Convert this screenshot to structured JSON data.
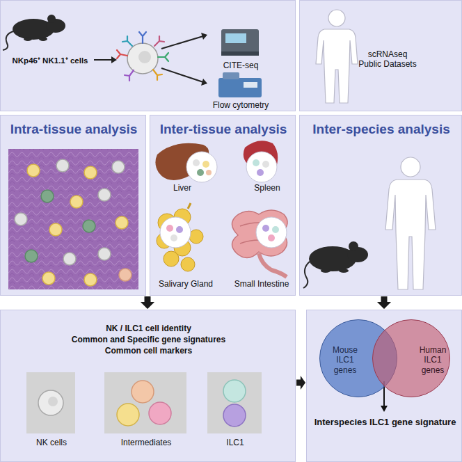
{
  "diagram": {
    "nodes": [
      {
        "text": [
          "NKp46⁺ NK1.1⁺ cells",
          "CITE-seq",
          "Flow cytometry"
        ]
      },
      {
        "text": [
          "scRNAseq Public Datasets"
        ]
      },
      {
        "text": [
          "Intra-tissue analysis"
        ]
      },
      {
        "text": [
          "Inter-tissue analysis",
          "Liver",
          "Spleen",
          "Salivary Gland",
          "Small Intestine"
        ]
      },
      {
        "text": [
          "Inter-species analysis"
        ]
      },
      {
        "text": [
          "NK / ILC1 cell identity",
          "Common and Specific gene signatures",
          "Common cell markers"
        ]
      },
      {
        "text": [
          "NK cells"
        ],
        "in": 5
      },
      {
        "text": [
          "Intermediates"
        ],
        "in": 5
      },
      {
        "text": [
          "ILC1"
        ],
        "in": 5
      },
      {
        "text": [
          "Interspecies ILC1 gene signature"
        ]
      },
      {
        "text": [
          "Mouse ILC1 genes"
        ],
        "in": 9
      },
      {
        "text": [
          "Human ILC1 genes"
        ],
        "in": 9
      }
    ],
    "edges": [
      {
        "from": 3,
        "to": 5,
        "arrow": "to"
      },
      {
        "from": 4,
        "to": 9,
        "arrow": "to"
      },
      {
        "from": 5,
        "to": 9,
        "arrow": "to"
      }
    ]
  }
}
